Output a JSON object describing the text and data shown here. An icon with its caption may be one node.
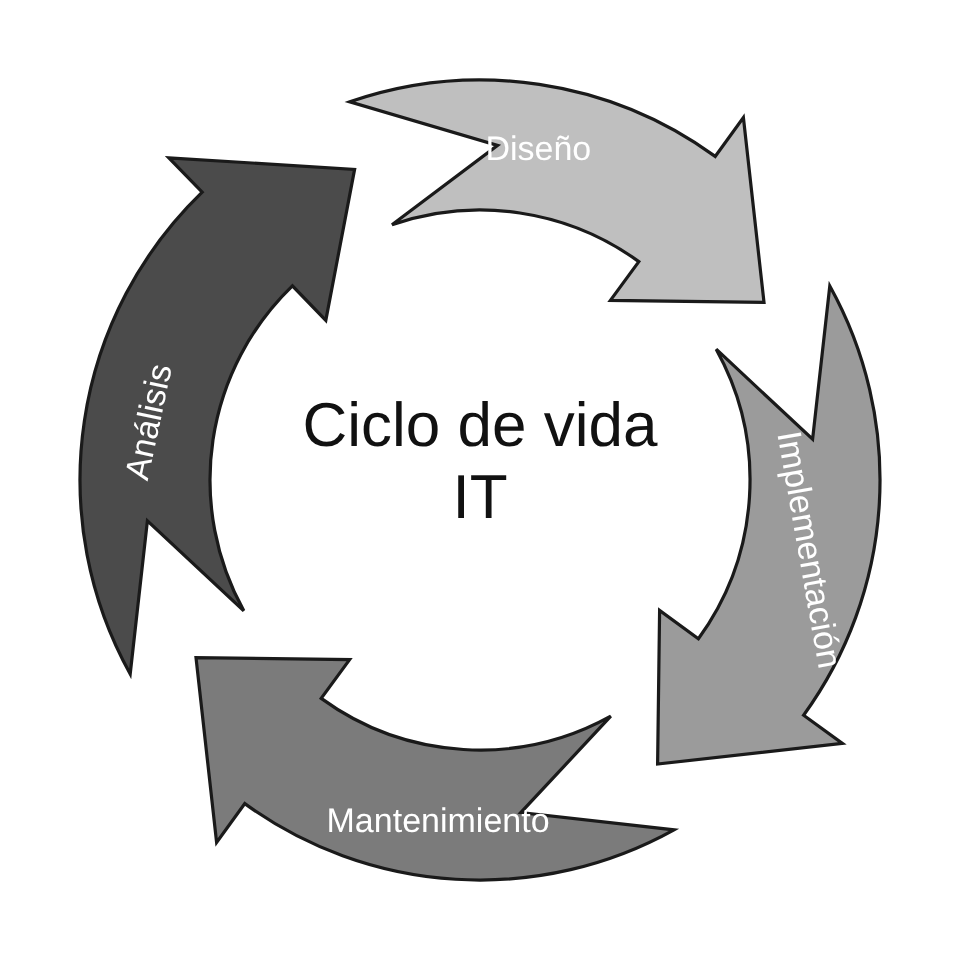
{
  "diagram": {
    "title": "Ciclo de vida IT",
    "nodes": [
      {
        "text": [
          "Diseño"
        ]
      },
      {
        "text": [
          "Implementación"
        ]
      },
      {
        "text": [
          "Mantenimiento"
        ]
      },
      {
        "text": [
          "Análisis"
        ]
      }
    ]
  }
}
